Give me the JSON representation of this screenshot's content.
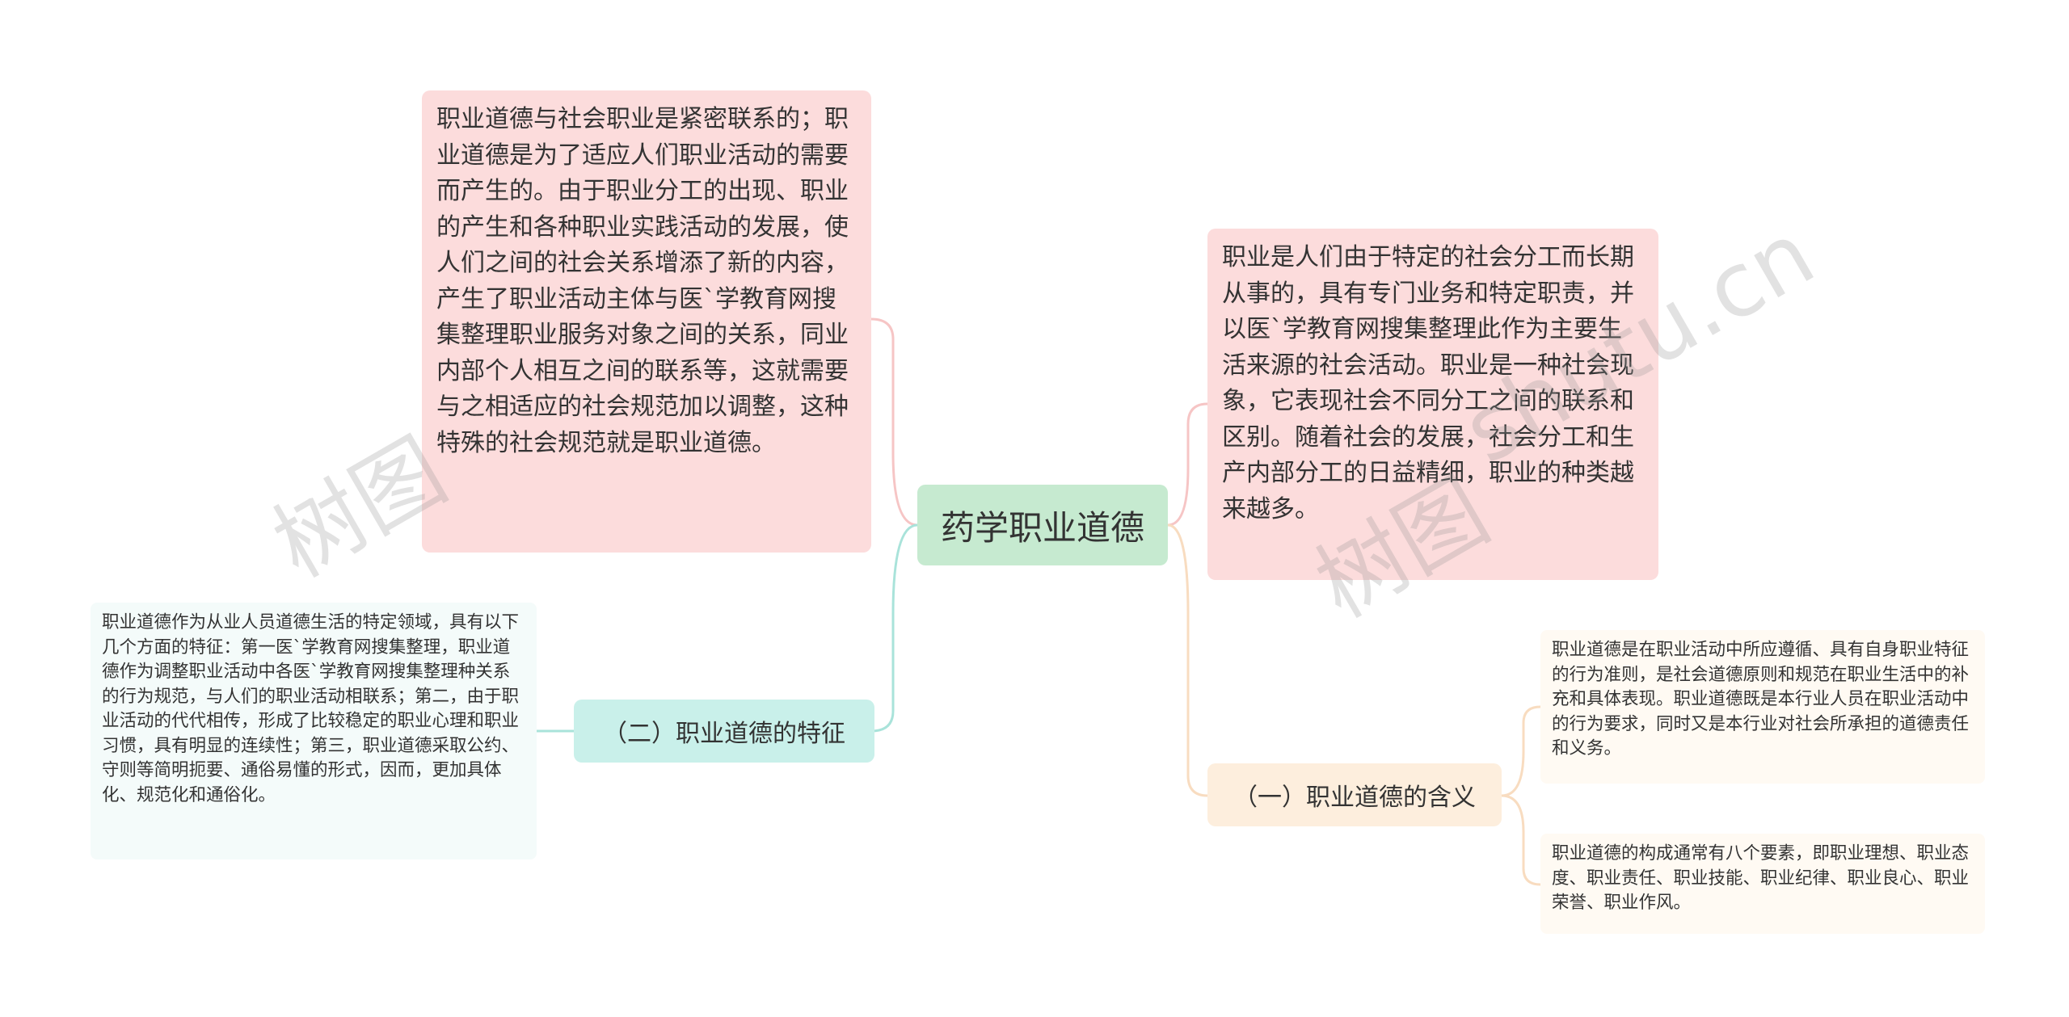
{
  "mindmap": {
    "root": {
      "label": "药学职业道德"
    },
    "intro_text": "职业道德与社会职业是紧密联系的；职业道德是为了适应人们职业活动的需要而产生的。由于职业分工的出现、职业的产生和各种职业实践活动的发展，使人们之间的社会关系增添了新的内容，产生了职业活动主体与医`学教育网搜集整理职业服务对象之间的关系，同业内部个人相互之间的联系等，这就需要与之相适应的社会规范加以调整，这种特殊的社会规范就是职业道德。",
    "definition_text": "职业是人们由于特定的社会分工而长期从事的，具有专门业务和特定职责，并以医`学教育网搜集整理此作为主要生活来源的社会活动。职业是一种社会现象，它表现社会不同分工之间的联系和区别。随着社会的发展，社会分工和生产内部分工的日益精细，职业的种类越来越多。",
    "branch_features": {
      "label": "（二）职业道德的特征",
      "detail": "职业道德作为从业人员道德生活的特定领域，具有以下几个方面的特征：第一医`学教育网搜集整理，职业道德作为调整职业活动中各医`学教育网搜集整理种关系的行为规范，与人们的职业活动相联系；第二，由于职业活动的代代相传，形成了比较稳定的职业心理和职业习惯，具有明显的连续性；第三，职业道德采取公约、守则等简明扼要、通俗易懂的形式，因而，更加具体化、规范化和通俗化。"
    },
    "branch_meaning": {
      "label": "（一）职业道德的含义",
      "detail_1": "职业道德是在职业活动中所应遵循、具有自身职业特征的行为准则，是社会道德原则和规范在职业生活中的补充和具体表现。职业道德既是本行业人员在职业活动中的行为要求，同时又是本行业对社会所承担的道德责任和义务。",
      "detail_2": "职业道德的构成通常有八个要素，即职业理想、职业态度、职业责任、职业技能、职业纪律、职业良心、职业荣誉、职业作风。"
    }
  },
  "watermarks": [
    "树图",
    "树图",
    "shutu.cn"
  ],
  "colors": {
    "root_bg": "#c6ead0",
    "pink_bg": "#fcdcdc",
    "teal_bg": "#c9f0ea",
    "peach_bg": "#fdeedd",
    "link_pink": "#f6c5c5",
    "link_teal": "#a9e3da",
    "link_peach": "#f8dcc0"
  }
}
